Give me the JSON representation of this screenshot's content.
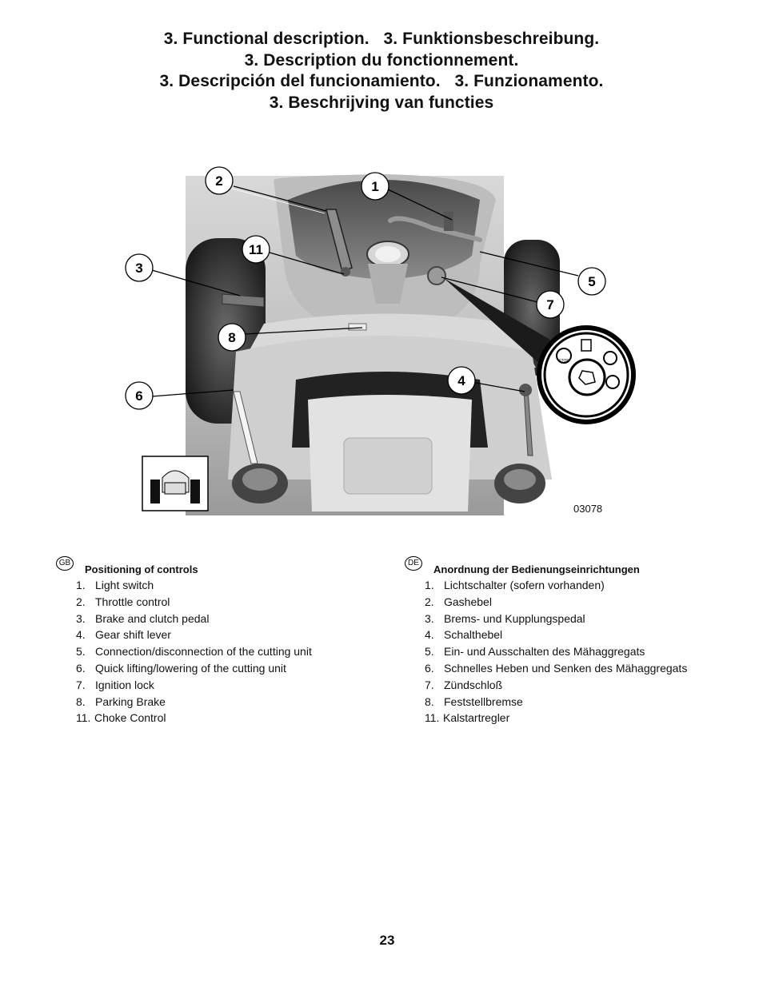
{
  "title_lines": [
    "3. Functional description.   3. Funktionsbeschreibung.",
    "3. Description du fonctionnement.",
    "3. Descripción del funcionamiento.   3. Funzionamento.",
    "3. Beschrijving van functies"
  ],
  "figure": {
    "code": "03078",
    "callouts": [
      "1",
      "2",
      "3",
      "4",
      "5",
      "6",
      "7",
      "8",
      "11"
    ],
    "ignition_icons": [
      "stop-icon",
      "choke-icon",
      "start-icon",
      "run-icon"
    ]
  },
  "sections": [
    {
      "badge": "GB",
      "heading": "Positioning of controls",
      "items": [
        {
          "num": "1.",
          "text": "Light switch"
        },
        {
          "num": "2.",
          "text": "Throttle control"
        },
        {
          "num": "3.",
          "text": "Brake and clutch pedal"
        },
        {
          "num": "4.",
          "text": "Gear shift  lever"
        },
        {
          "num": "5.",
          "text": "Connection/disconnection of the cutting unit"
        },
        {
          "num": "6.",
          "text": "Quick lifting/lowering  of the cutting unit"
        },
        {
          "num": "7.",
          "text": "Ignition lock"
        },
        {
          "num": "8.",
          "text": "Parking Brake"
        },
        {
          "num": "11.",
          "text": "Choke Control"
        }
      ]
    },
    {
      "badge": "DE",
      "heading": "Anordnung der Bedienungseinrichtungen",
      "items": [
        {
          "num": "1.",
          "text": "Lichtschalter (sofern vorhanden)"
        },
        {
          "num": "2.",
          "text": "Gashebel"
        },
        {
          "num": "3.",
          "text": "Brems- und Kupplungspedal"
        },
        {
          "num": "4.",
          "text": "Schalthebel"
        },
        {
          "num": "5.",
          "text": "Ein- und Ausschalten des Mähaggregats"
        },
        {
          "num": "6.",
          "text": "Schnelles Heben und Senken des Mähaggregats"
        },
        {
          "num": "7.",
          "text": "Zündschloß"
        },
        {
          "num": "8.",
          "text": "Feststellbremse"
        },
        {
          "num": "11.",
          "text": "Kalstartregler"
        }
      ]
    }
  ],
  "page_number": "23"
}
